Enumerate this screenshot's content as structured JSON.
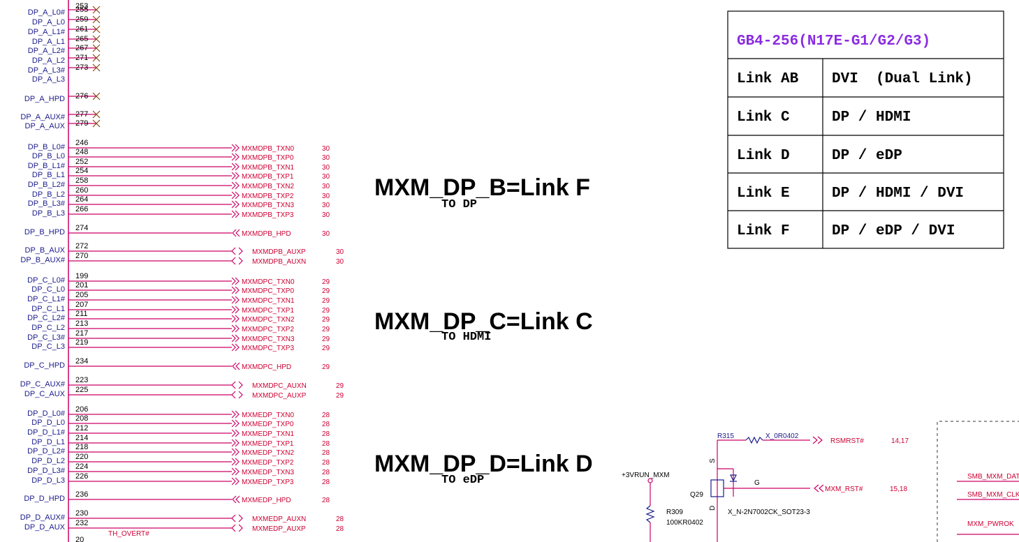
{
  "colors": {
    "wire": "#cc0066",
    "label": "#1a1a8c",
    "net": "#cc0033",
    "nc_mark": "#8b4513",
    "table_title": "#8a2be2"
  },
  "nc_pins": [
    {
      "label": "DP_A_L0#",
      "pin": "255"
    },
    {
      "label": "DP_A_L0",
      "pin": "259"
    },
    {
      "label": "DP_A_L1#",
      "pin": "261"
    },
    {
      "label": "DP_A_L1",
      "pin": "265"
    },
    {
      "label": "DP_A_L2#",
      "pin": "267"
    },
    {
      "label": "DP_A_L2",
      "pin": "271"
    },
    {
      "label": "DP_A_L3#",
      "pin": "273"
    },
    {
      "label": "DP_A_L3",
      "pin": ""
    },
    {
      "label": "DP_A_HPD",
      "pin": "276"
    },
    {
      "label": "DP_A_AUX#",
      "pin": "277"
    },
    {
      "label": "DP_A_AUX",
      "pin": "279"
    }
  ],
  "top_pin": "253",
  "signals": [
    {
      "label": "DP_B_L0#",
      "pin": "246",
      "net": "MXMDPB_TXN0",
      "ref": "30",
      "dir": "out"
    },
    {
      "label": "DP_B_L0",
      "pin": "248",
      "net": "MXMDPB_TXP0",
      "ref": "30",
      "dir": "out"
    },
    {
      "label": "DP_B_L1#",
      "pin": "252",
      "net": "MXMDPB_TXN1",
      "ref": "30",
      "dir": "out"
    },
    {
      "label": "DP_B_L1",
      "pin": "254",
      "net": "MXMDPB_TXP1",
      "ref": "30",
      "dir": "out"
    },
    {
      "label": "DP_B_L2#",
      "pin": "258",
      "net": "MXMDPB_TXN2",
      "ref": "30",
      "dir": "out"
    },
    {
      "label": "DP_B_L2",
      "pin": "260",
      "net": "MXMDPB_TXP2",
      "ref": "30",
      "dir": "out"
    },
    {
      "label": "DP_B_L3#",
      "pin": "264",
      "net": "MXMDPB_TXN3",
      "ref": "30",
      "dir": "out"
    },
    {
      "label": "DP_B_L3",
      "pin": "266",
      "net": "MXMDPB_TXP3",
      "ref": "30",
      "dir": "out"
    },
    {
      "label": "DP_B_HPD",
      "pin": "274",
      "net": "MXMDPB_HPD",
      "ref": "30",
      "dir": "in"
    },
    {
      "label": "DP_B_AUX",
      "pin": "272",
      "net": "MXMDPB_AUXP",
      "ref": "30",
      "dir": "bi"
    },
    {
      "label": "DP_B_AUX#",
      "pin": "270",
      "net": "MXMDPB_AUXN",
      "ref": "30",
      "dir": "bi"
    },
    {
      "label": "DP_C_L0#",
      "pin": "199",
      "net": "MXMDPC_TXN0",
      "ref": "29",
      "dir": "out"
    },
    {
      "label": "DP_C_L0",
      "pin": "201",
      "net": "MXMDPC_TXP0",
      "ref": "29",
      "dir": "out"
    },
    {
      "label": "DP_C_L1#",
      "pin": "205",
      "net": "MXMDPC_TXN1",
      "ref": "29",
      "dir": "out"
    },
    {
      "label": "DP_C_L1",
      "pin": "207",
      "net": "MXMDPC_TXP1",
      "ref": "29",
      "dir": "out"
    },
    {
      "label": "DP_C_L2#",
      "pin": "211",
      "net": "MXMDPC_TXN2",
      "ref": "29",
      "dir": "out"
    },
    {
      "label": "DP_C_L2",
      "pin": "213",
      "net": "MXMDPC_TXP2",
      "ref": "29",
      "dir": "out"
    },
    {
      "label": "DP_C_L3#",
      "pin": "217",
      "net": "MXMDPC_TXN3",
      "ref": "29",
      "dir": "out"
    },
    {
      "label": "DP_C_L3",
      "pin": "219",
      "net": "MXMDPC_TXP3",
      "ref": "29",
      "dir": "out"
    },
    {
      "label": "DP_C_HPD",
      "pin": "234",
      "net": "MXMDPC_HPD",
      "ref": "29",
      "dir": "in"
    },
    {
      "label": "DP_C_AUX#",
      "pin": "223",
      "net": "MXMDPC_AUXN",
      "ref": "29",
      "dir": "bi"
    },
    {
      "label": "DP_C_AUX",
      "pin": "225",
      "net": "MXMDPC_AUXP",
      "ref": "29",
      "dir": "bi"
    },
    {
      "label": "DP_D_L0#",
      "pin": "206",
      "net": "MXMEDP_TXN0",
      "ref": "28",
      "dir": "out"
    },
    {
      "label": "DP_D_L0",
      "pin": "208",
      "net": "MXMEDP_TXP0",
      "ref": "28",
      "dir": "out"
    },
    {
      "label": "DP_D_L1#",
      "pin": "212",
      "net": "MXMEDP_TXN1",
      "ref": "28",
      "dir": "out"
    },
    {
      "label": "DP_D_L1",
      "pin": "214",
      "net": "MXMEDP_TXP1",
      "ref": "28",
      "dir": "out"
    },
    {
      "label": "DP_D_L2#",
      "pin": "218",
      "net": "MXMEDP_TXN2",
      "ref": "28",
      "dir": "out"
    },
    {
      "label": "DP_D_L2",
      "pin": "220",
      "net": "MXMEDP_TXP2",
      "ref": "28",
      "dir": "out"
    },
    {
      "label": "DP_D_L3#",
      "pin": "224",
      "net": "MXMEDP_TXN3",
      "ref": "28",
      "dir": "out"
    },
    {
      "label": "DP_D_L3",
      "pin": "226",
      "net": "MXMEDP_TXP3",
      "ref": "28",
      "dir": "out"
    },
    {
      "label": "DP_D_HPD",
      "pin": "236",
      "net": "MXMEDP_HPD",
      "ref": "28",
      "dir": "in"
    },
    {
      "label": "DP_D_AUX#",
      "pin": "230",
      "net": "MXMEDP_AUXN",
      "ref": "28",
      "dir": "bi"
    },
    {
      "label": "DP_D_AUX",
      "pin": "232",
      "net": "MXMEDP_AUXP",
      "ref": "28",
      "dir": "bi"
    }
  ],
  "bottom": {
    "net": "TH_OVERT#",
    "pin": "20"
  },
  "annotations": [
    {
      "title": "MXM_DP_B=Link F",
      "subtitle": "TO DP"
    },
    {
      "title": "MXM_DP_C=Link C",
      "subtitle": "TO HDMI"
    },
    {
      "title": "MXM_DP_D=Link D",
      "subtitle": "TO eDP"
    }
  ],
  "table": {
    "title": "GB4-256(N17E-G1/G2/G3)",
    "rows": [
      {
        "link": "Link AB",
        "output": "DVI  (Dual Link)"
      },
      {
        "link": "Link C",
        "output": "DP / HDMI"
      },
      {
        "link": "Link D",
        "output": "DP / eDP"
      },
      {
        "link": "Link E",
        "output": "DP / HDMI / DVI"
      },
      {
        "link": "Link F",
        "output": "DP / eDP / DVI"
      }
    ]
  },
  "circuit": {
    "power": "+3VRUN_MXM",
    "r315": "R315",
    "r315_value": "X_0R0402",
    "rsmrst": "RSMRST#",
    "rsmrst_ref": "14,17",
    "q29": "Q29",
    "q29_part": "X_N-2N7002CK_SOT23-3",
    "s_label": "S",
    "d_label": "D",
    "g_label": "G",
    "mxm_rst": "MXM_RST#",
    "mxm_rst_ref": "15,18",
    "r309": "R309",
    "r309_value": "100KR0402",
    "smb_dat": "SMB_MXM_DAT",
    "smb_clk": "SMB_MXM_CLK",
    "pwrok": "MXM_PWROK"
  }
}
